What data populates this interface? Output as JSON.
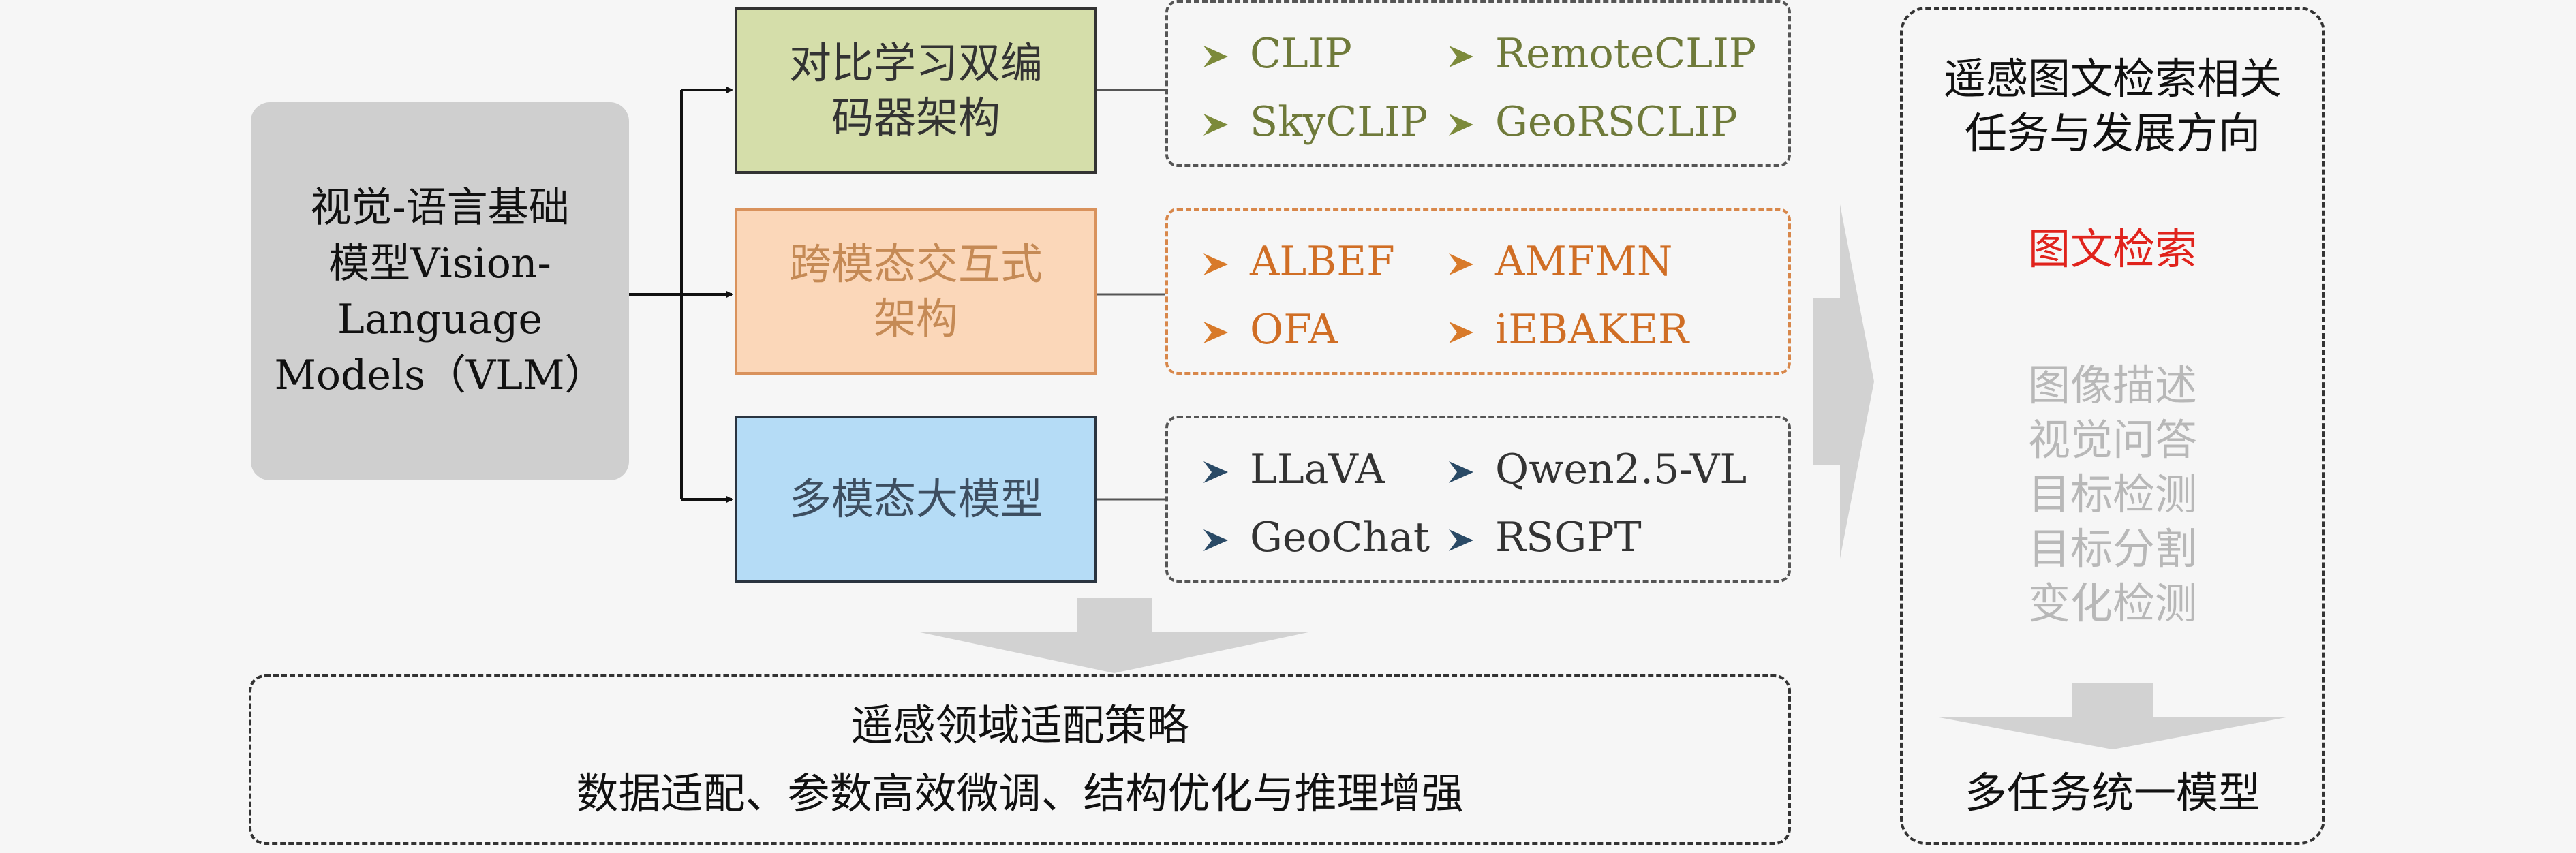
{
  "vlm": {
    "line1": "视觉-语言基础",
    "line2": "模型Vision-",
    "line3": "Language",
    "line4": "Models（VLM）"
  },
  "categories": [
    {
      "line1": "对比学习双编",
      "line2": "码器架构",
      "models": [
        "CLIP",
        "RemoteCLIP",
        "SkyCLIP",
        "GeoRSCLIP"
      ],
      "text_color": "#6f7a3a",
      "arrow_color": "#7c8a3a"
    },
    {
      "line1": "跨模态交互式",
      "line2": "架构",
      "models": [
        "ALBEF",
        "AMFMN",
        "OFA",
        "iEBAKER"
      ],
      "text_color": "#d06e25",
      "arrow_color": "#d87a2a"
    },
    {
      "line1": "多模态大模型",
      "line2": "",
      "models": [
        "LLaVA",
        "Qwen2.5-VL",
        "GeoChat",
        "RSGPT"
      ],
      "text_color": "#333333",
      "arrow_color": "#2a4a66"
    }
  ],
  "strategy": {
    "title": "遥感领域适配策略",
    "detail": "数据适配、参数高效微调、结构优化与推理增强"
  },
  "tasks": {
    "title_line1": "遥感图文检索相关",
    "title_line2": "任务与发展方向",
    "highlight": "图文检索",
    "highlight_color": "#e0231c",
    "others": [
      "图像描述",
      "视觉问答",
      "目标检测",
      "目标分割",
      "变化检测"
    ],
    "others_color": "#b8b8b8",
    "bottom": "多任务统一模型"
  }
}
